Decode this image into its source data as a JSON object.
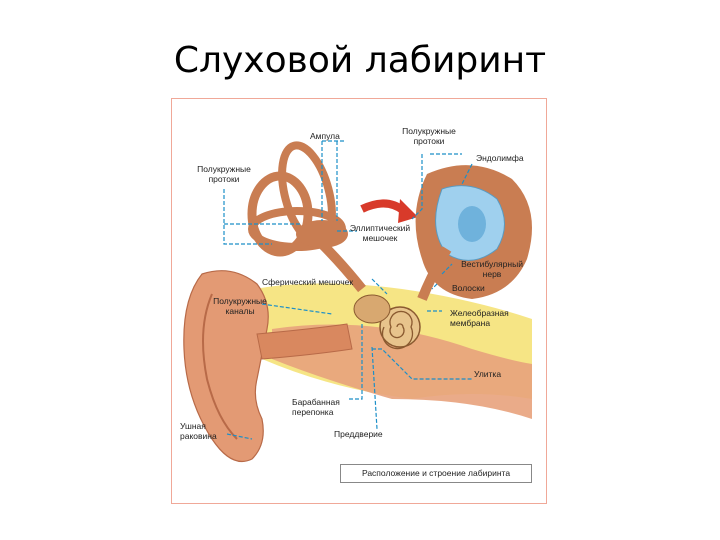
{
  "title": "Слуховой лабиринт",
  "caption": "Расположение и строение лабиринта",
  "labels": {
    "ampulla": "Ампула",
    "semicircular_ducts_top_1": "Полукружные",
    "semicircular_ducts_top_2": "протоки",
    "endolymph": "Эндолимфа",
    "semicircular_ducts_left_1": "Полукружные",
    "semicircular_ducts_left_2": "протоки",
    "utricle_1": "Эллиптический",
    "utricle_2": "мешочек",
    "vestibular_nerve_1": "Вестибулярный",
    "vestibular_nerve_2": "нерв",
    "hairs": "Волоски",
    "saccule": "Сферический мешочек",
    "canals_1": "Полукружные",
    "canals_2": "каналы",
    "gelatinous_membrane_1": "Желеобразная",
    "gelatinous_membrane_2": "мембрана",
    "cochlea": "Улитка",
    "eardrum_1": "Барабанная",
    "eardrum_2": "перепонка",
    "auricle_1": "Ушная",
    "auricle_2": "раковина",
    "vestibule": "Преддверие"
  },
  "colors": {
    "leader_line": "#1c8fc8",
    "frame": "#f0a898",
    "bone": "#c97d52",
    "ear": "#e39a74",
    "membrane_yellow": "#f5e070",
    "arrow": "#d83a2a",
    "vestibule_blue": "#9fd0ee"
  }
}
